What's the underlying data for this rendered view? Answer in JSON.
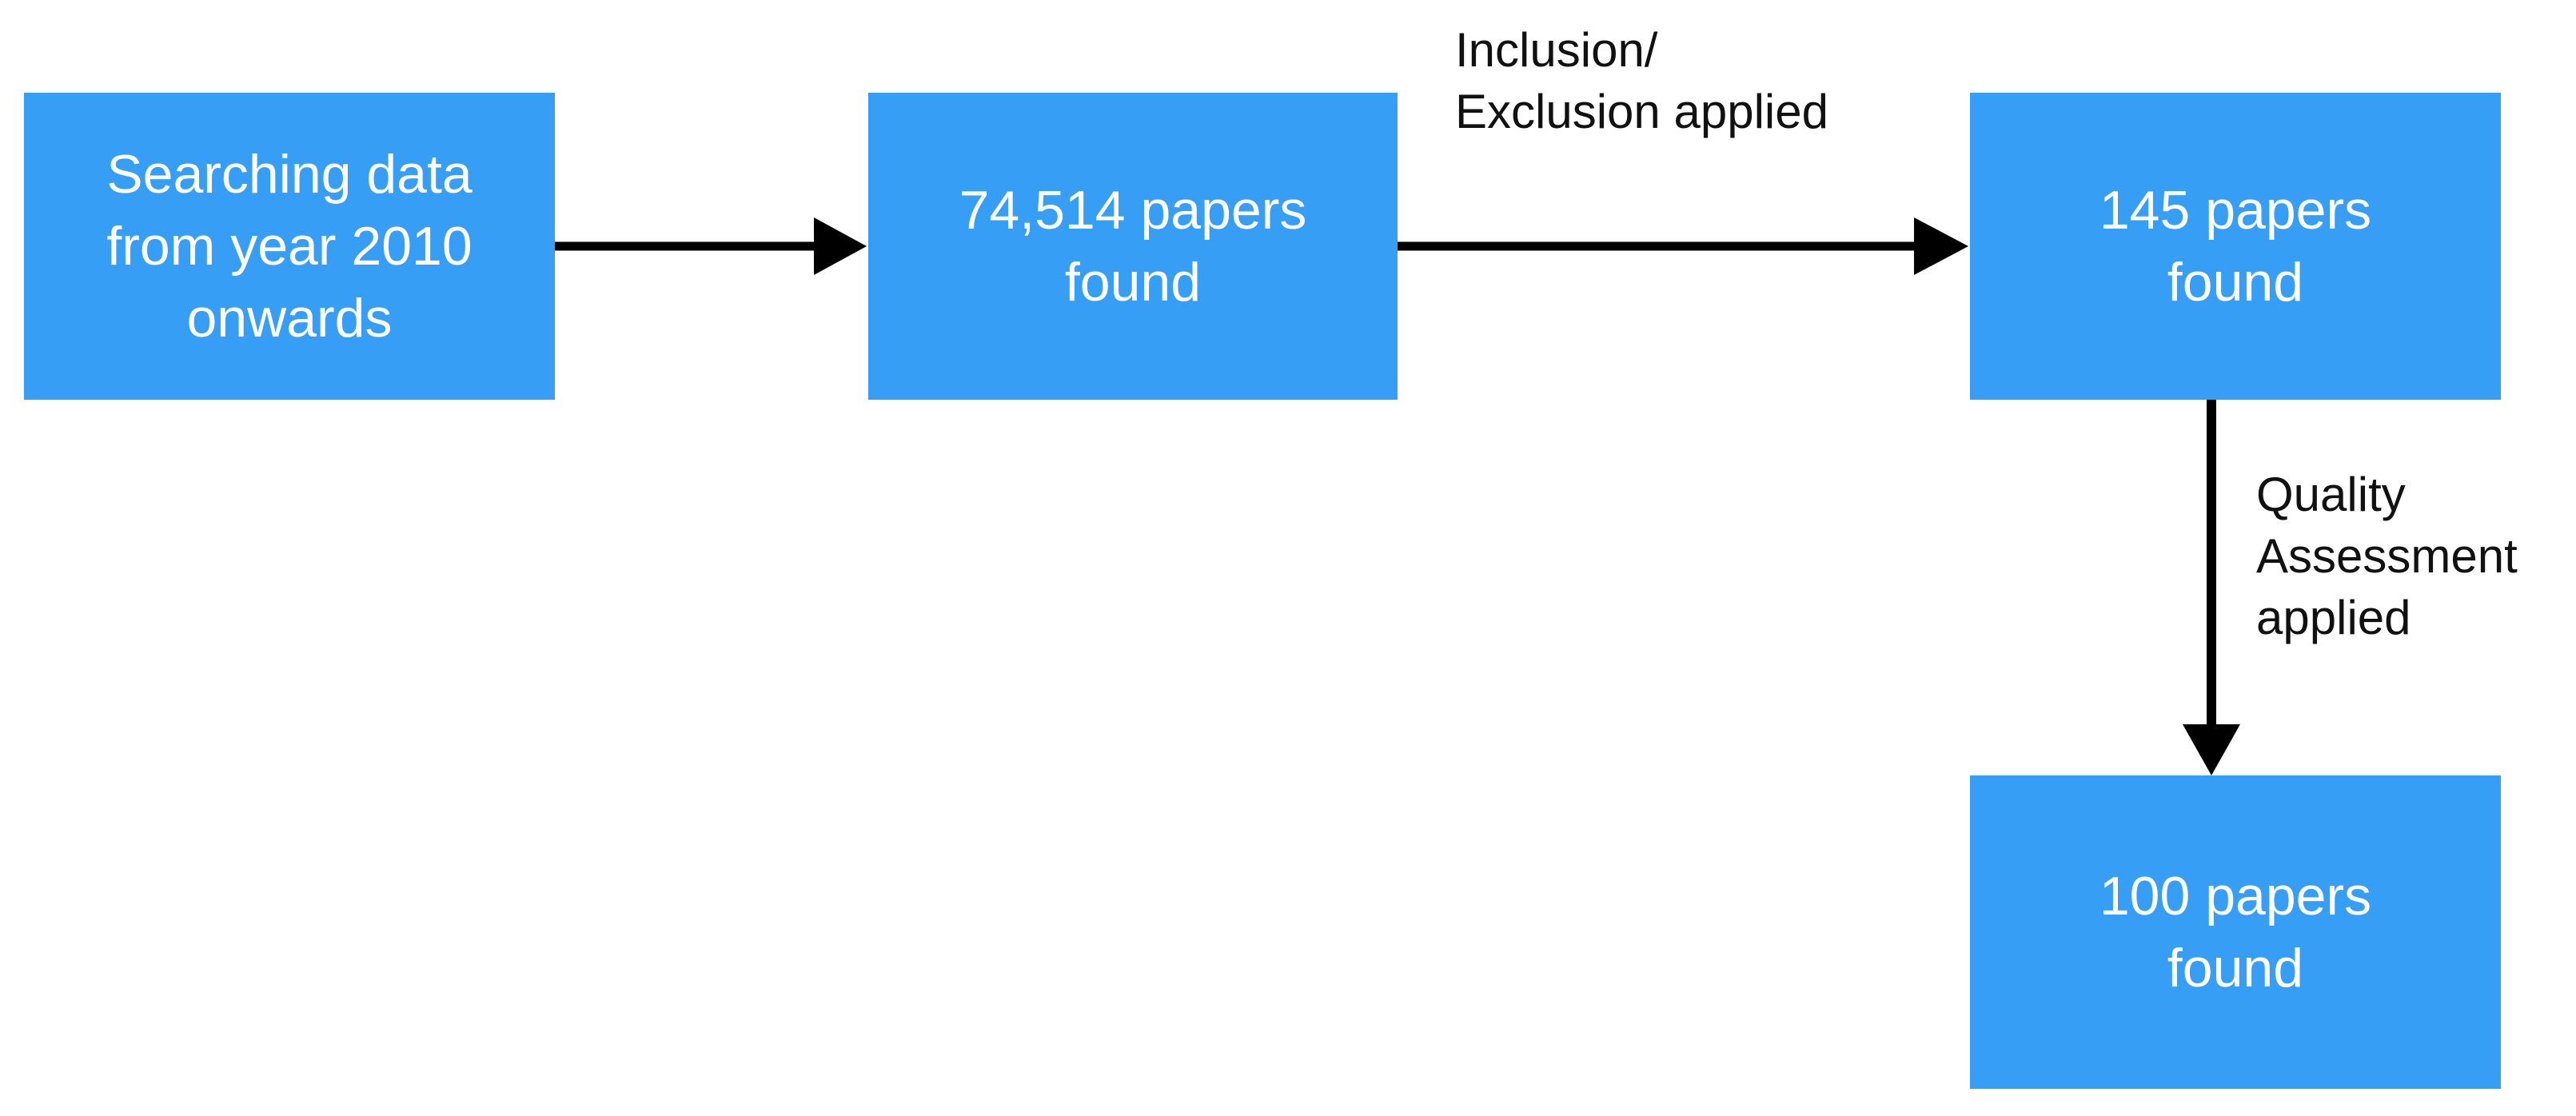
{
  "colors": {
    "box_fill": "#379EF5",
    "box_text": "#FFFFFF",
    "arrow": "#000000",
    "label_text": "#111111"
  },
  "flow": {
    "boxes": {
      "search": {
        "text": "Searching data\nfrom year 2010\nonwards"
      },
      "found_all": {
        "text": "74,514 papers\nfound"
      },
      "found_filtered": {
        "text": "145 papers\nfound"
      },
      "found_final": {
        "text": "100 papers\nfound"
      }
    },
    "labels": {
      "inclusion_exclusion": "Inclusion/\nExclusion applied",
      "quality_assessment": "Quality\nAssessment\napplied"
    }
  }
}
